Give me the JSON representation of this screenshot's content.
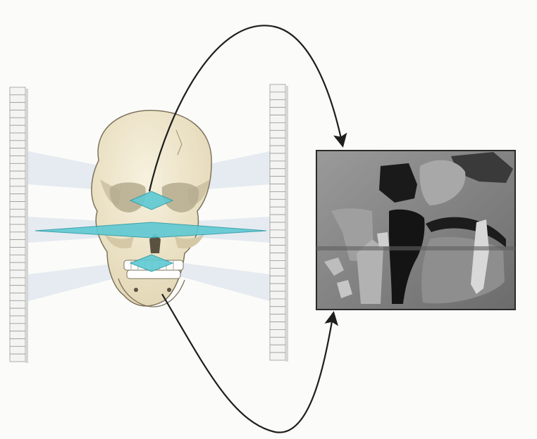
{
  "figure": {
    "colors": {
      "background": "#fbfbf9",
      "detector": "#f4f4f2",
      "detector_edge": "#9a9a98",
      "beam": "#dde6ec",
      "slice_plane": "#5ec9d3",
      "slice_plane_edge": "#2b9aa6",
      "skull_bone": "#efe6cc",
      "skull_shadow": "#c8bd9e",
      "skull_outline": "#7d735d",
      "ct_panel_bg": "#8a8a8a",
      "arrow": "#1e1e1e"
    },
    "icons": {
      "left_detector": "detector-array-icon",
      "right_detector": "detector-array-icon",
      "skull": "skull-icon",
      "ct_image": "sagittal-ct-slice-image",
      "arrows": "curved-arrow-icon"
    },
    "detector_cells_per_column": 36,
    "axial_planes": 3
  }
}
